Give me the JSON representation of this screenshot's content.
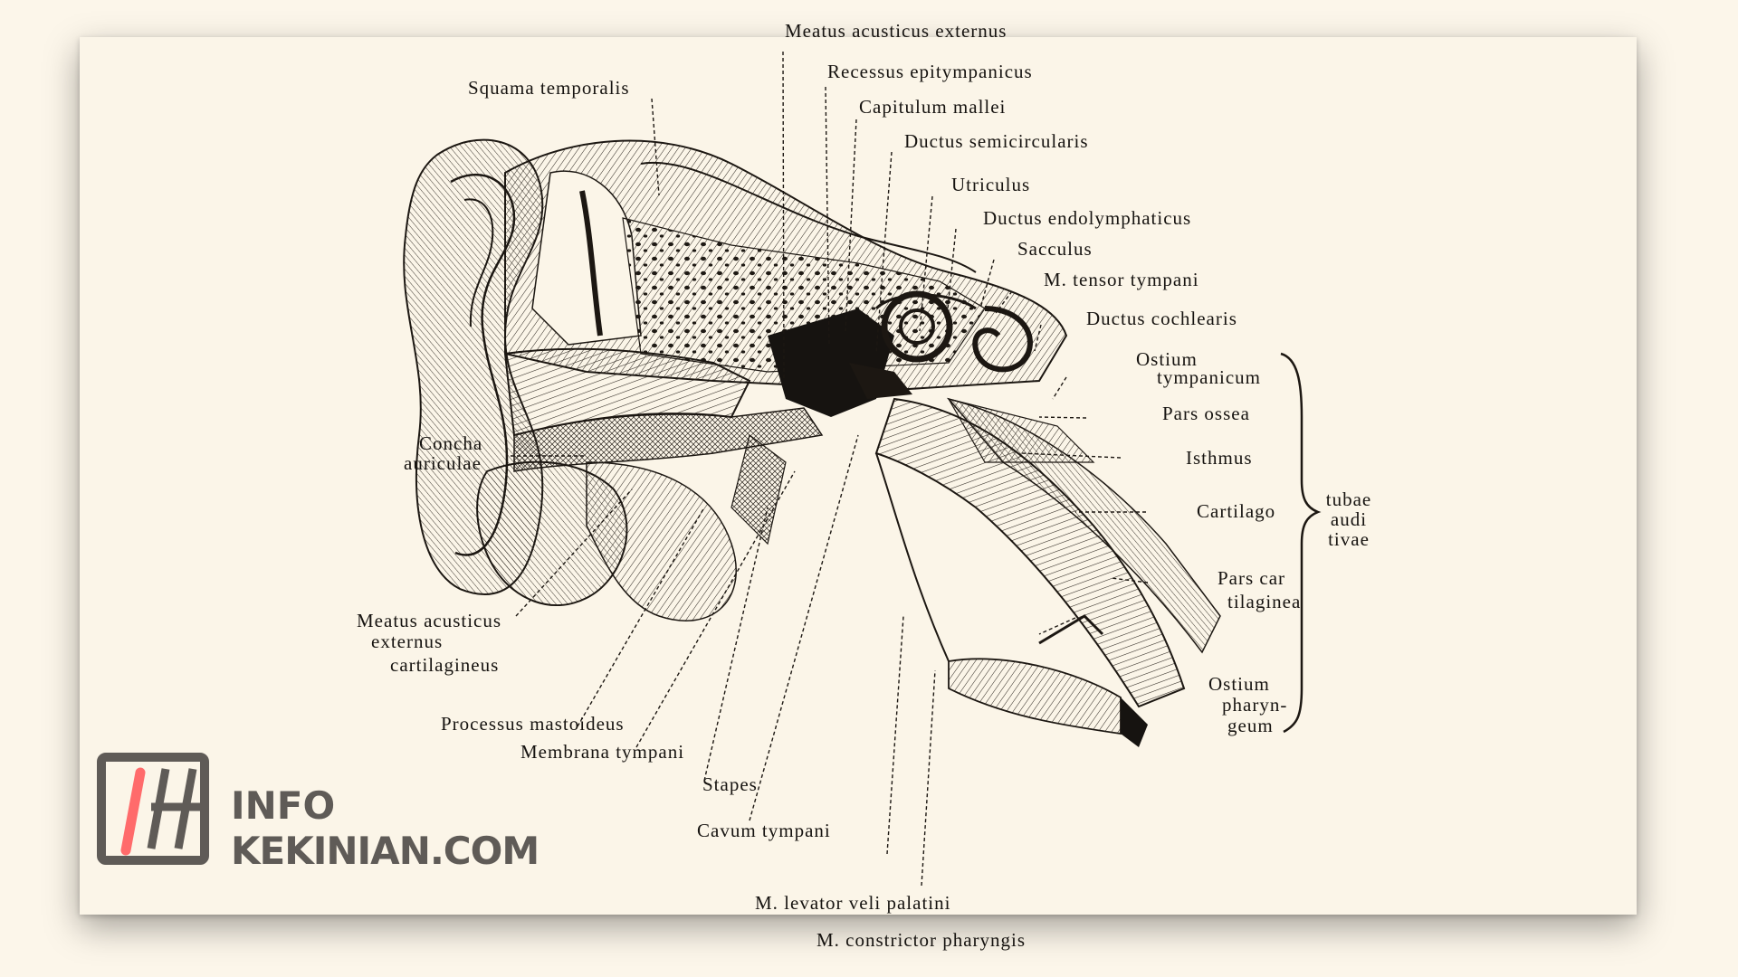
{
  "labels": {
    "meatus_acusticus_externus": "Meatus acusticus externus",
    "recessus_epitympanicus": "Recessus epitympanicus",
    "capitulum_mallei": "Capitulum mallei",
    "ductus_semicircularis": "Ductus semicircularis",
    "utriculus": "Utriculus",
    "ductus_endolymphaticus": "Ductus endolymphaticus",
    "sacculus": "Sacculus",
    "m_tensor_tympani": "M. tensor tympani",
    "ductus_cochlearis": "Ductus cochlearis",
    "ostium_tympanicum_1": "Ostium",
    "ostium_tympanicum_2": "tympanicum",
    "pars_ossea": "Pars ossea",
    "isthmus": "Isthmus",
    "cartilago": "Cartilago",
    "tubae_1": "tubae",
    "tubae_2": "audi",
    "tubae_3": "tivae",
    "pars_cartilaginea_1": "Pars car",
    "pars_cartilaginea_2": "tilaginea",
    "ostium_pharyngeum_1": "Ostium",
    "ostium_pharyngeum_2": "pharyn-",
    "ostium_pharyngeum_3": "geum",
    "squama_temporalis": "Squama temporalis",
    "concha_1": "Concha",
    "concha_2": "auriculae",
    "meatus_cart_1": "Meatus acusticus",
    "meatus_cart_2": "externus",
    "meatus_cart_3": "cartilagineus",
    "processus_mastoideus": "Processus mastoideus",
    "membrana_tympani": "Membrana tympani",
    "stapes": "Stapes",
    "cavum_tympani": "Cavum tympani",
    "m_levator": "M. levator veli palatini",
    "m_constrictor": "M. constrictor pharyngis"
  },
  "logo": {
    "line1": "INFO",
    "line2": "KEKINIAN.COM"
  },
  "colors": {
    "background": "#fcf6ea",
    "ink": "#161310",
    "logo_gray": "#5f5b57",
    "logo_red": "#ff6b6b"
  }
}
